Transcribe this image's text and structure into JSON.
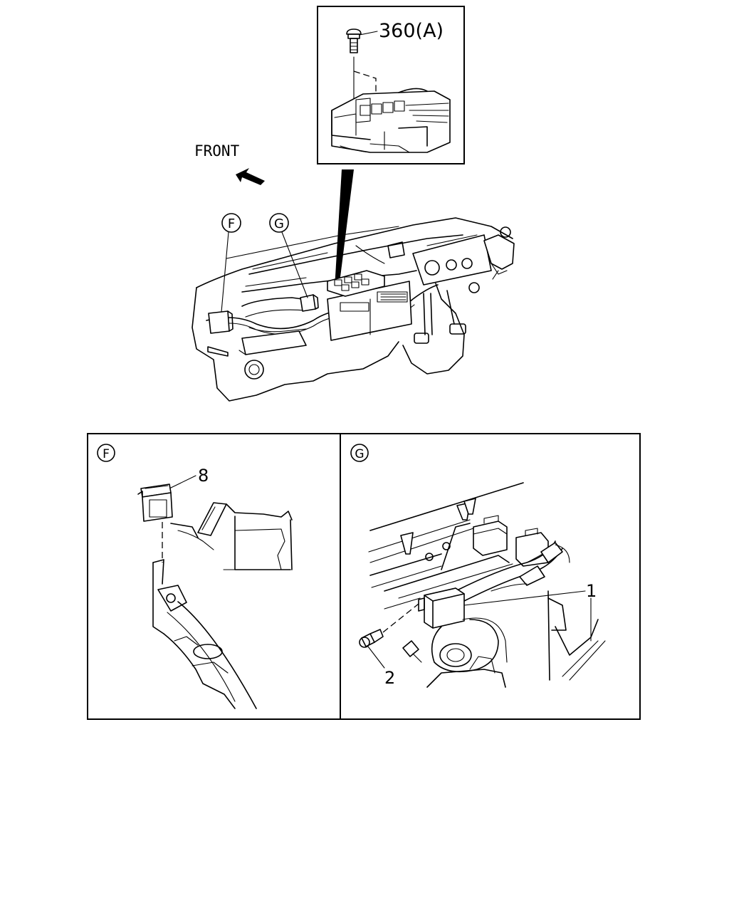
{
  "inset_label": "360(A)",
  "direction_label": "FRONT",
  "callouts": {
    "f": "F",
    "g": "G"
  },
  "detail_f": {
    "title": "F",
    "part_label": "8"
  },
  "detail_g": {
    "title": "G",
    "part_label_1": "1",
    "part_label_2": "2"
  }
}
